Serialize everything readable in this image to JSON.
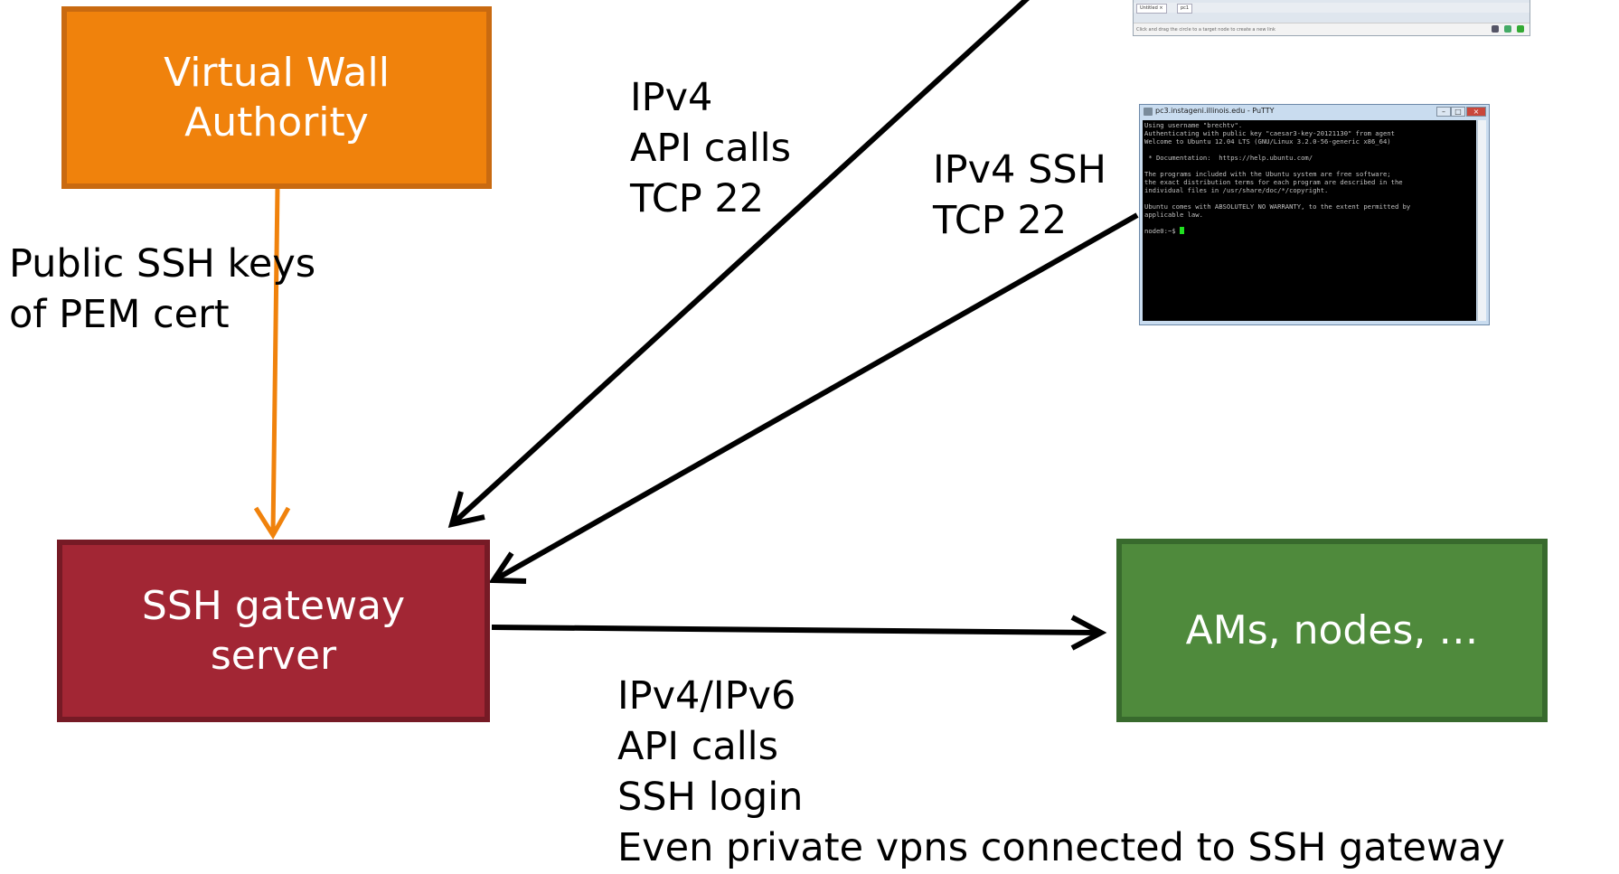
{
  "nodes": {
    "authority": {
      "label": "Virtual Wall\nAuthority",
      "fill": "#f0820c",
      "border": "#c96a10"
    },
    "gateway": {
      "label": "SSH gateway\nserver",
      "fill": "#a22634",
      "border": "#761a25"
    },
    "ams": {
      "label": "AMs, nodes, …",
      "fill": "#4f8a3c",
      "border": "#386a2d"
    }
  },
  "labels": {
    "ssh_keys": "Public SSH keys\nof PEM cert",
    "api_ipv4": "IPv4\nAPI calls\nTCP 22",
    "ssh_ipv4": "IPv4 SSH\nTCP 22",
    "to_ams": "IPv4/IPv6\nAPI calls\nSSH login\nEven private vpns connected to SSH gateway"
  },
  "colors": {
    "arrow_black": "#000000",
    "arrow_orange": "#f0820c"
  },
  "gui_window": {
    "tabs": [
      "Untitled ×",
      "pc1"
    ],
    "status": "Click and drag the circle to a target node to create a new link"
  },
  "putty": {
    "title": "pc3.instageni.illinois.edu - PuTTY",
    "lines": [
      "Using username \"brechtv\".",
      "Authenticating with public key \"caesar3-key-20121130\" from agent",
      "Welcome to Ubuntu 12.04 LTS (GNU/Linux 3.2.0-56-generic x86_64)",
      "",
      " * Documentation:  https://help.ubuntu.com/",
      "",
      "The programs included with the Ubuntu system are free software;",
      "the exact distribution terms for each program are described in the",
      "individual files in /usr/share/doc/*/copyright.",
      "",
      "Ubuntu comes with ABSOLUTELY NO WARRANTY, to the extent permitted by",
      "applicable law.",
      ""
    ],
    "prompt": "node0:~$ "
  }
}
